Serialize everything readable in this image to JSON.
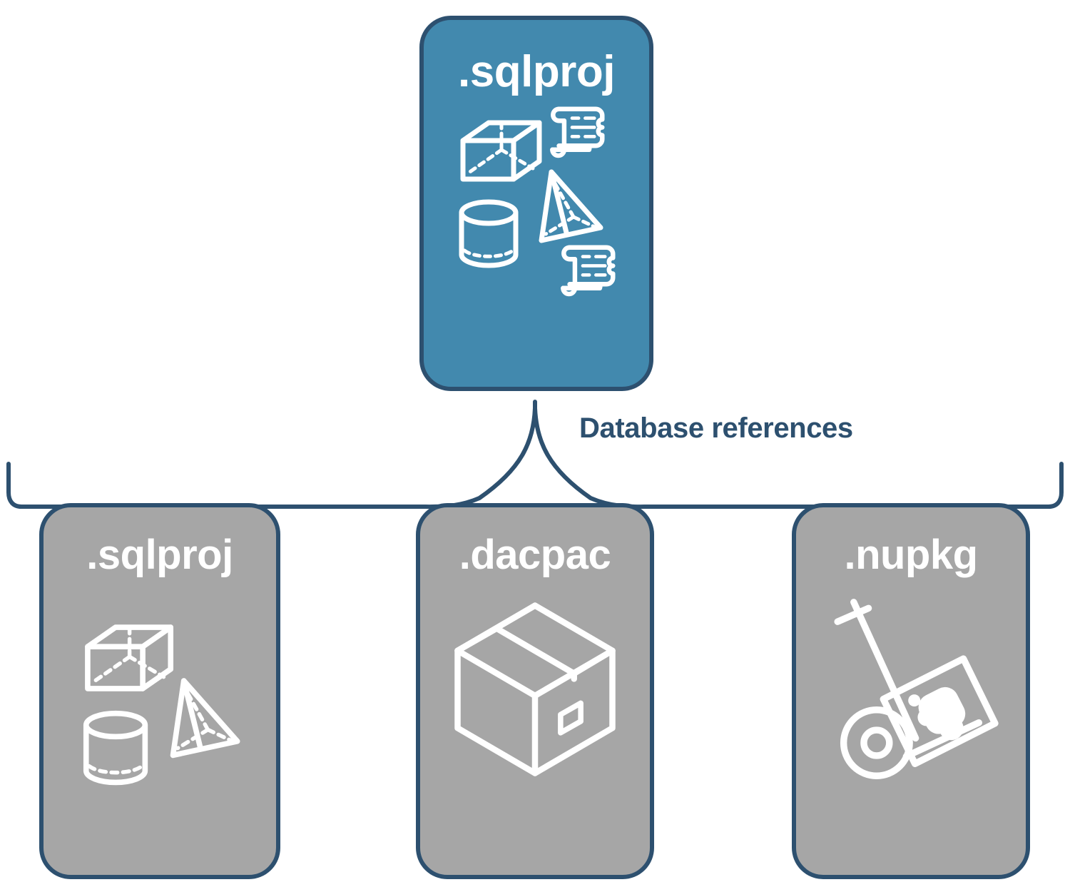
{
  "diagram": {
    "title": "Database references",
    "colors": {
      "primary_card": "#4289ae",
      "secondary_card": "#a6a6a6",
      "outline": "#2d506f",
      "icon": "#ffffff",
      "background": "#ffffff"
    }
  },
  "top_node": {
    "label": ".sqlproj",
    "icons": [
      "cube-icon",
      "pyramid-icon",
      "cylinder-icon",
      "scroll-icon",
      "scroll-icon"
    ]
  },
  "connector": {
    "label": "Database references",
    "style": "curly-brace"
  },
  "reference_nodes": [
    {
      "label": ".sqlproj",
      "icons": [
        "cube-icon",
        "pyramid-icon",
        "cylinder-icon"
      ]
    },
    {
      "label": ".dacpac",
      "icons": [
        "shipping-box-icon"
      ]
    },
    {
      "label": ".nupkg",
      "icons": [
        "hand-truck-package-icon"
      ]
    }
  ]
}
